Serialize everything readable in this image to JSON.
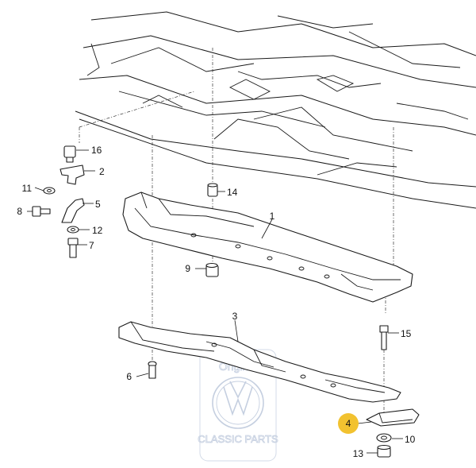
{
  "watermark": {
    "top_text": "Original",
    "bottom_text": "CLASSIC PARTS",
    "logo": "vw-logo"
  },
  "callouts": [
    {
      "id": "c1",
      "label": "1"
    },
    {
      "id": "c2",
      "label": "2"
    },
    {
      "id": "c3",
      "label": "3"
    },
    {
      "id": "c4",
      "label": "4",
      "highlighted": true
    },
    {
      "id": "c5",
      "label": "5"
    },
    {
      "id": "c6",
      "label": "6"
    },
    {
      "id": "c7",
      "label": "7"
    },
    {
      "id": "c8",
      "label": "8"
    },
    {
      "id": "c9",
      "label": "9"
    },
    {
      "id": "c10",
      "label": "10"
    },
    {
      "id": "c11",
      "label": "11"
    },
    {
      "id": "c12",
      "label": "12"
    },
    {
      "id": "c13",
      "label": "13"
    },
    {
      "id": "c14",
      "label": "14"
    },
    {
      "id": "c15",
      "label": "15"
    },
    {
      "id": "c16",
      "label": "16"
    }
  ],
  "colors": {
    "highlight": "#f2c230",
    "watermark": "#c5cfe0",
    "line": "#1a1a1a"
  }
}
